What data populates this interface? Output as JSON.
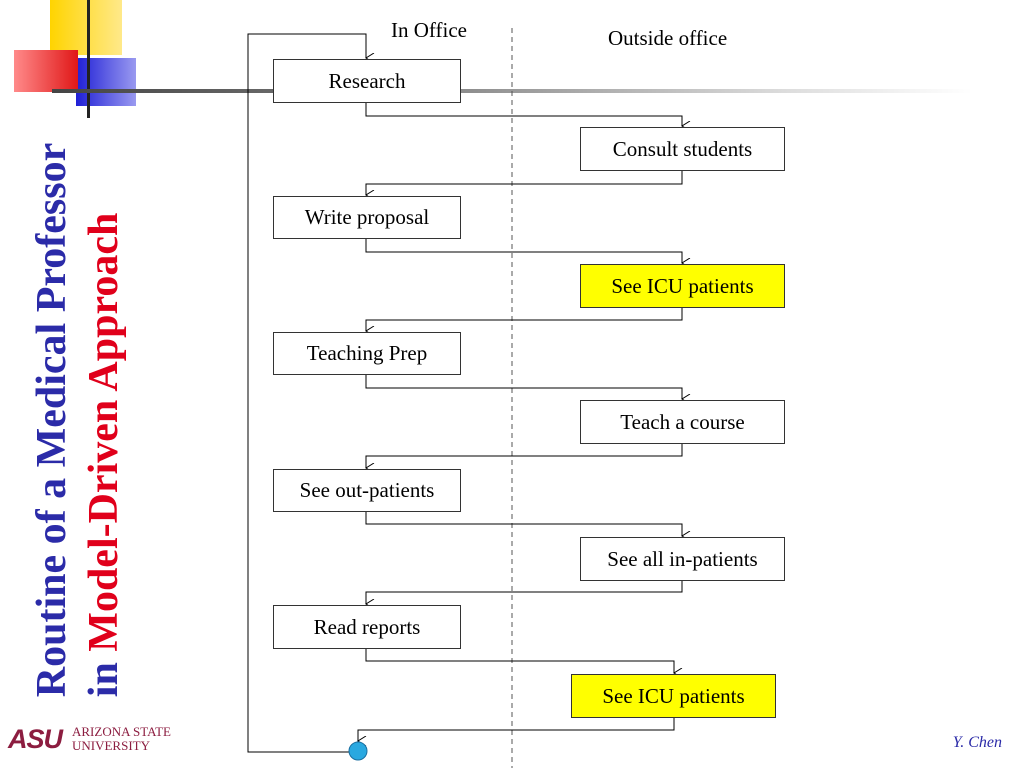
{
  "slide": {
    "title_line1": "Routine of a Medical Professor",
    "title_line2_prefix": "in ",
    "title_line2_accent": "Model-Driven Approach",
    "author": "Y. Chen"
  },
  "logo": {
    "mark": "ASU",
    "name_line1": "Arizona State",
    "name_line2": "University"
  },
  "lanes": {
    "in_office": "In Office",
    "outside_office": "Outside office"
  },
  "nodes": [
    {
      "id": "research",
      "label": "Research",
      "lane": "in",
      "highlight": false
    },
    {
      "id": "consult",
      "label": "Consult students",
      "lane": "out",
      "highlight": false
    },
    {
      "id": "proposal",
      "label": "Write proposal",
      "lane": "in",
      "highlight": false
    },
    {
      "id": "icu1",
      "label": "See ICU patients",
      "lane": "out",
      "highlight": true
    },
    {
      "id": "teachprep",
      "label": "Teaching Prep",
      "lane": "in",
      "highlight": false
    },
    {
      "id": "teach",
      "label": "Teach a course",
      "lane": "out",
      "highlight": false
    },
    {
      "id": "outpatients",
      "label": "See out-patients",
      "lane": "in",
      "highlight": false
    },
    {
      "id": "inpatients",
      "label": "See all in-patients",
      "lane": "out",
      "highlight": false
    },
    {
      "id": "reports",
      "label": "Read reports",
      "lane": "in",
      "highlight": false
    },
    {
      "id": "icu2",
      "label": "See ICU patients",
      "lane": "out",
      "highlight": true
    }
  ],
  "colors": {
    "title": "#2b2ba8",
    "title_accent": "#e0001b",
    "highlight": "#ffff00",
    "end_node": "#29a8e0",
    "asu": "#8c1d40"
  }
}
